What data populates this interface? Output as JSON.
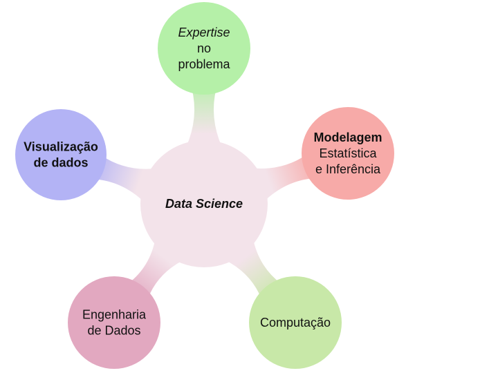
{
  "diagram": {
    "center": {
      "label": "Data Science",
      "color": "#f3e3ea"
    },
    "nodes": [
      {
        "id": "expertise",
        "lines": [
          {
            "text": "Expertise",
            "italic": true
          },
          {
            "text": "no"
          },
          {
            "text": "problema"
          }
        ],
        "color": "#b5f0a8"
      },
      {
        "id": "modelagem",
        "lines": [
          {
            "text": "Modelagem",
            "bold": true
          },
          {
            "text": "Estatística"
          },
          {
            "text": "e Inferência"
          }
        ],
        "color": "#f7aaa8"
      },
      {
        "id": "computacao",
        "lines": [
          {
            "text": "Computação"
          }
        ],
        "color": "#c8e8a8"
      },
      {
        "id": "engenharia",
        "lines": [
          {
            "text": "Engenharia"
          },
          {
            "text": "de Dados"
          }
        ],
        "color": "#e2a8c0"
      },
      {
        "id": "visualizacao",
        "lines": [
          {
            "text": "Visualização",
            "bold": true
          },
          {
            "text": "de dados",
            "bold": true
          }
        ],
        "color": "#b3b3f5"
      }
    ]
  }
}
